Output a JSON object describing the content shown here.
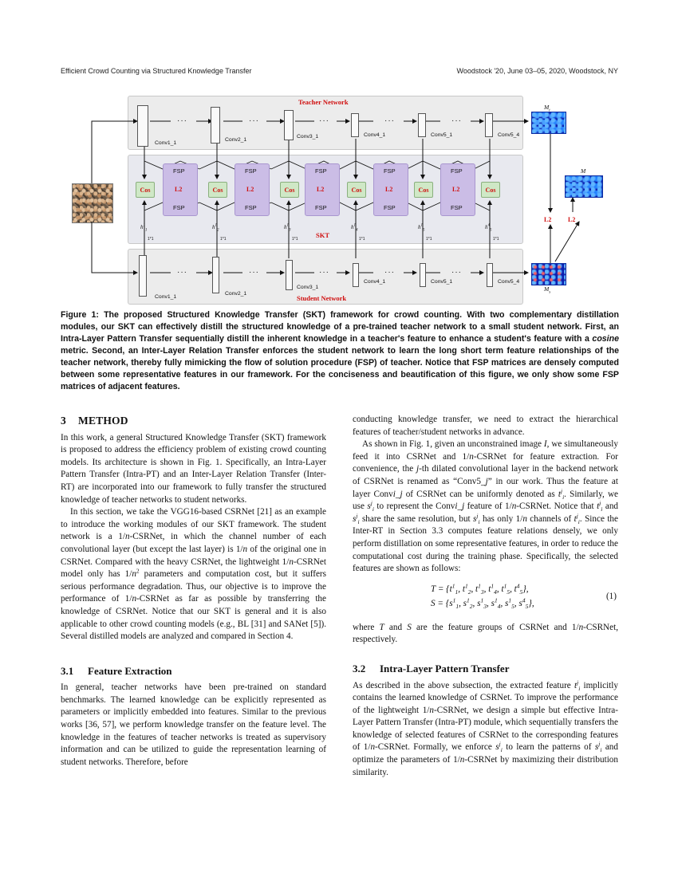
{
  "header": {
    "left": "Efficient Crowd Counting via Structured Knowledge Transfer",
    "right": "Woodstock '20, June 03–05, 2020, Woodstock, NY"
  },
  "figure": {
    "teacher_label": "Teacher Network",
    "student_label": "Student Network",
    "skt_label": "SKT",
    "cos_label": "Cos",
    "l2_label": "L2",
    "fsp_label": "FSP",
    "dots": "···",
    "mt_label": "M",
    "mt_sub": "t",
    "m_label": "M",
    "ms_label": "M",
    "ms_sub": "s",
    "teacher_convs": [
      "Conv1_1",
      "Conv2_1",
      "Conv3_1",
      "Conv4_1",
      "Conv5_1",
      "Conv5_4"
    ],
    "student_convs": [
      "Conv1_1",
      "Conv2_1",
      "Conv3_1",
      "Conv4_1",
      "Conv5_1",
      "Conv5_4"
    ],
    "h_labels": [
      "h",
      "h",
      "h",
      "h",
      "h",
      "h"
    ],
    "h_subs": [
      "1",
      "2",
      "3",
      "4",
      "5",
      "5"
    ],
    "h_sups": [
      "1",
      "1",
      "1",
      "1",
      "1",
      "4"
    ],
    "one_star": "1*1"
  },
  "caption": {
    "label": "Figure 1:",
    "text_a": "The proposed Structured Knowledge Transfer (SKT) framework for crowd counting. With two complementary distillation modules, our SKT can effectively distill the structured knowledge of a pre-trained teacher network to a small student network. First, an Intra-Layer Pattern Transfer sequentially distill the inherent knowledge in a teacher's feature to enhance a student's feature with a",
    "em": "cosine",
    "text_b": "metric. Second, an Inter-Layer Relation Transfer enforces the student network to learn the long short term feature relationships of the teacher network, thereby fully mimicking the flow of solution procedure (FSP) of teacher. Notice that FSP matrices are densely computed between some representative features in our framework. For the conciseness and beautification of this figure, we only show some FSP matrices of adjacent features."
  },
  "section3": {
    "num": "3",
    "title": "METHOD",
    "p1": "In this work, a general Structured Knowledge Transfer (SKT) framework is proposed to address the efficiency problem of existing crowd counting models. Its architecture is shown in Fig. 1. Specifically, an Intra-Layer Pattern Transfer (Intra-PT) and an Inter-Layer Relation Transfer (Inter-RT) are incorporated into our framework to fully transfer the structured knowledge of teacher networks to student networks.",
    "p2a": "In this section, we take the VGG16-based CSRNet [21] as an example to introduce the working modules of our SKT framework. The student network is a 1/",
    "p2b": "-CSRNet, in which the channel number of each convolutional layer (but except the last layer) is 1/",
    "p2c": " of the original one in CSRNet. Compared with the heavy CSRNet, the lightweight 1/",
    "p2d": "-CSRNet model only has 1/",
    "p2e": " parameters and computation cost, but it suffers serious performance degradation. Thus, our objective is to improve the performance of 1/",
    "p2f": "-CSRNet as far as possible by transferring the knowledge of CSRNet. Notice that our SKT is general and it is also applicable to other crowd counting models (e.g., BL [31] and SANet [5]). Several distilled models are analyzed and compared in Section 4."
  },
  "section31": {
    "num": "3.1",
    "title": "Feature Extraction",
    "p1": "In general, teacher networks have been pre-trained on standard benchmarks. The learned knowledge can be explicitly represented as parameters or implicitly embedded into features. Similar to the previous works [36, 57], we perform knowledge transfer on the feature level. The knowledge in the features of teacher networks is treated as supervisory information and can be utilized to guide the representation learning of student networks. Therefore, before"
  },
  "right_col": {
    "p0": "conducting knowledge transfer, we need to extract the hierarchical features of teacher/student networks in advance.",
    "p1a": "As shown in Fig. 1, given an unconstrained image ",
    "p1b": ", we simultaneously feed it into CSRNet and 1/",
    "p1c": "-CSRNet for feature extraction. For convenience, the ",
    "p1d": "-th dilated convolutional layer in the backend network of CSRNet is renamed as “Conv5_",
    "p1e": "” in our work. Thus the feature at layer Conv",
    "p1f": "_",
    "p1g": " of CSRNet can be uniformly denoted as ",
    "p1h": ". Similarly, we use ",
    "p1i": " to represent the Conv",
    "p1j": " feature of 1/",
    "p1k": "-CSRNet. Notice that ",
    "p1l": " and ",
    "p1m": " share the same resolution, but ",
    "p1n": " has only 1/",
    "p1o": " channels of ",
    "p1p": ". Since the Inter-RT in Section 3.3 computes feature relations densely, we only perform distillation on some representative features, in order to reduce the computational cost during the training phase. Specifically, the selected features are shown as follows:",
    "eq_num": "(1)",
    "p2a": "where ",
    "p2b": " and ",
    "p2c": " are the feature groups of CSRNet and 1/",
    "p2d": "-CSRNet, respectively."
  },
  "section32": {
    "num": "3.2",
    "title": "Intra-Layer Pattern Transfer",
    "p1a": "As described in the above subsection, the extracted feature ",
    "p1b": " implicitly contains the learned knowledge of CSRNet. To improve the performance of the lightweight 1/",
    "p1c": "-CSRNet, we design a simple but effective Intra-Layer Pattern Transfer (Intra-PT) module, which sequentially transfers the knowledge of selected features of CSRNet to the corresponding features of 1/",
    "p1d": "-CSRNet. Formally, we enforce ",
    "p1e": " to learn the patterns of ",
    "p1f": " and optimize the parameters of 1/",
    "p1g": "-CSRNet by maximizing their distribution similarity."
  }
}
